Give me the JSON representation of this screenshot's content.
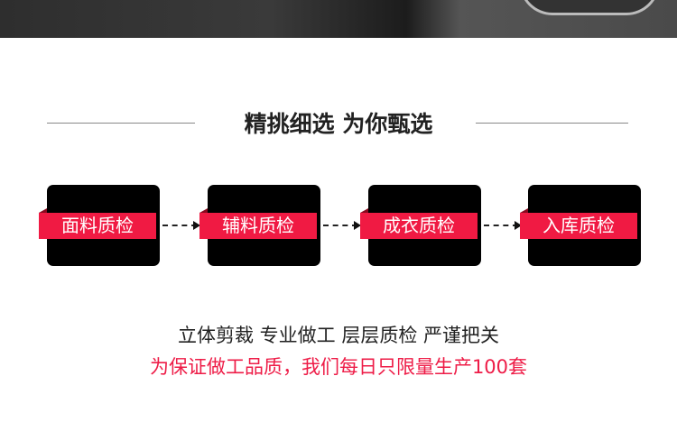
{
  "heading": "精挑细选 为你甄选",
  "steps": [
    {
      "label": "面料质检"
    },
    {
      "label": "辅料质检"
    },
    {
      "label": "成衣质检"
    },
    {
      "label": "入库质检"
    }
  ],
  "tagline": "立体剪裁 专业做工 层层质检 严谨把关",
  "promise": "为保证做工品质，我们每日只限量生产100套",
  "colors": {
    "accent": "#f01a43",
    "box": "#000000"
  }
}
